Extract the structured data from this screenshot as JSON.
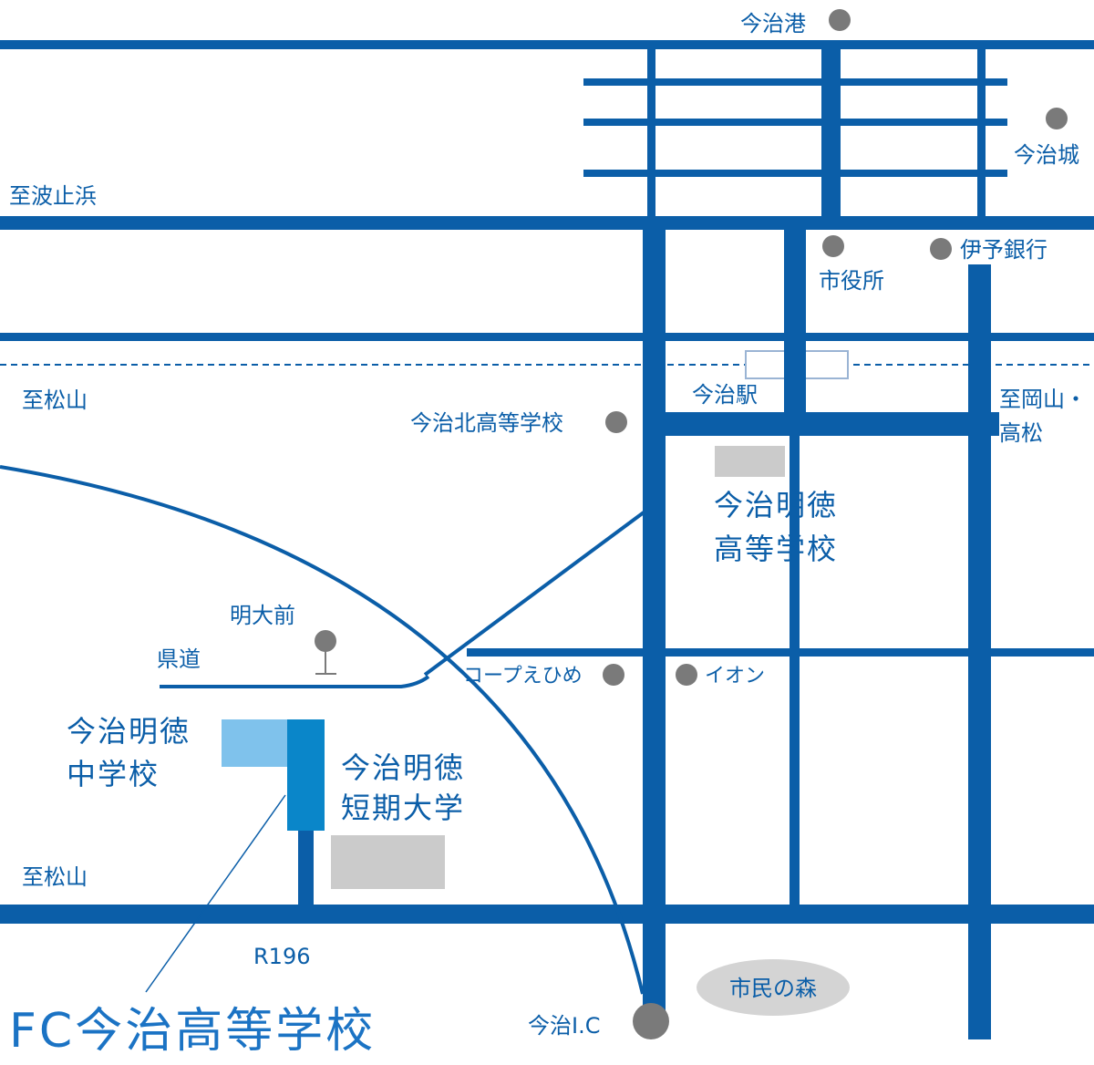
{
  "colors": {
    "road": "#0b5ea8",
    "poi": "#7a7a7a",
    "building_gray": "#cbcbcb",
    "middle_school": "#7fc2ec",
    "junior_college": "#0a86c9",
    "forest_oval": "#d4d4d4",
    "station_box_border": "#9ab4d4",
    "title": "#1b73c4"
  },
  "directions": {
    "hashihama": "至波止浜",
    "matsuyama_upper": "至松山",
    "matsuyama_lower": "至松山",
    "okayama_line1": "至岡山・",
    "okayama_line2": "高松"
  },
  "landmarks": {
    "imabari_port": "今治港",
    "imabari_castle": "今治城",
    "city_hall": "市役所",
    "iyo_bank": "伊予銀行",
    "imabari_station": "今治駅",
    "kita_high_school": "今治北高等学校",
    "meidaimae": "明大前",
    "prefectural_road": "県道",
    "coop_ehime": "コープえひめ",
    "aeon": "イオン",
    "route": "R196",
    "shimin_no_mori": "市民の森",
    "imabari_ic": "今治I.C"
  },
  "schools": {
    "meitoku_high_line1": "今治明徳",
    "meitoku_high_line2": "高等学校",
    "meitoku_middle_line1": "今治明徳",
    "meitoku_middle_line2": "中学校",
    "meitoku_college_line1": "今治明徳",
    "meitoku_college_line2": "短期大学"
  },
  "title": "FC今治高等学校"
}
